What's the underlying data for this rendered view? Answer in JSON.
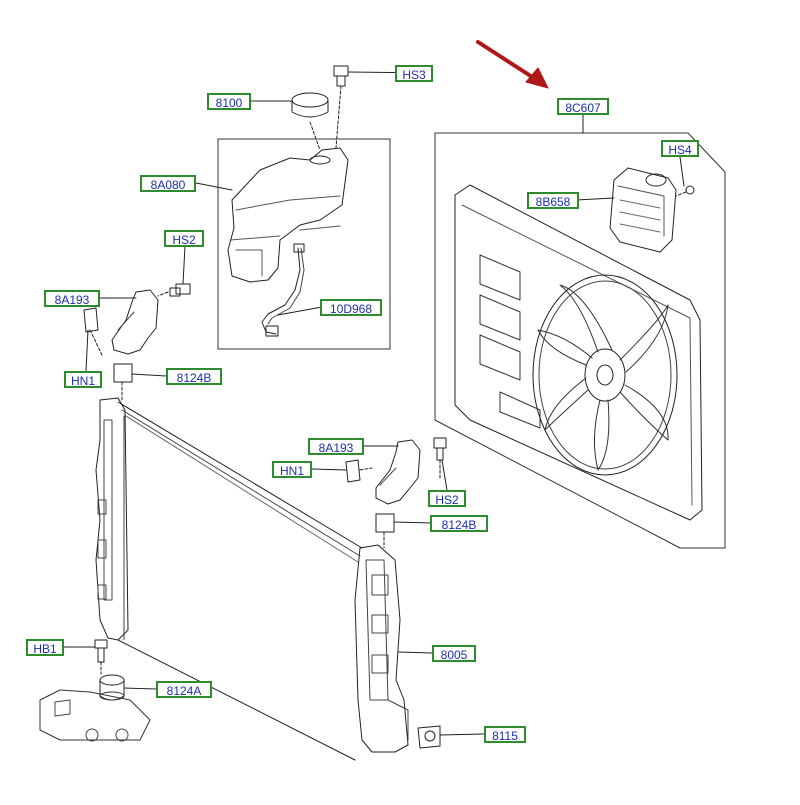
{
  "diagram": {
    "colors": {
      "label_border": "#2e8b2e",
      "label_text": "#1a2fb0",
      "arrow": "#b01818",
      "line": "#222222"
    },
    "labels": {
      "hs3": "HS3",
      "c8100": "8100",
      "c8c607": "8C607",
      "hs4": "HS4",
      "c8a080": "8A080",
      "c8b658": "8B658",
      "hs2_top": "HS2",
      "c8a193_left": "8A193",
      "c10d968": "10D968",
      "hn1_left": "HN1",
      "c8124b_left": "8124B",
      "c8a193_mid": "8A193",
      "hn1_mid": "HN1",
      "hs2_mid": "HS2",
      "c8124b_mid": "8124B",
      "hb1": "HB1",
      "c8005": "8005",
      "c8124a": "8124A",
      "c8115": "8115"
    }
  }
}
